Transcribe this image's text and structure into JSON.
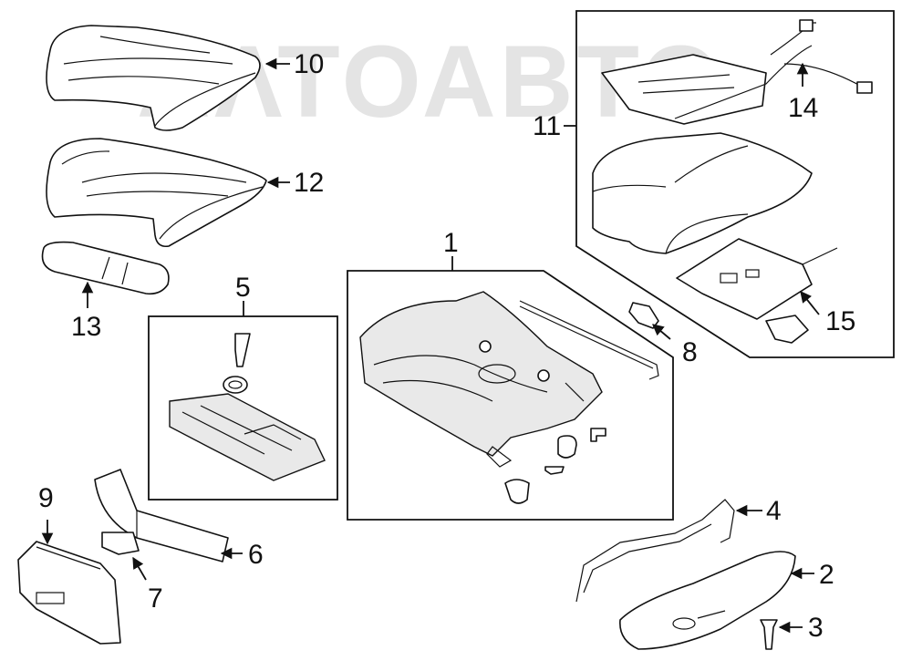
{
  "watermark": "ΑΛΤΟΑΒΤΟ",
  "callouts": {
    "c1": "1",
    "c2": "2",
    "c3": "3",
    "c4": "4",
    "c5": "5",
    "c6": "6",
    "c7": "7",
    "c8": "8",
    "c9": "9",
    "c10": "10",
    "c11": "11",
    "c12": "12",
    "c13": "13",
    "c14": "14",
    "c15": "15"
  }
}
